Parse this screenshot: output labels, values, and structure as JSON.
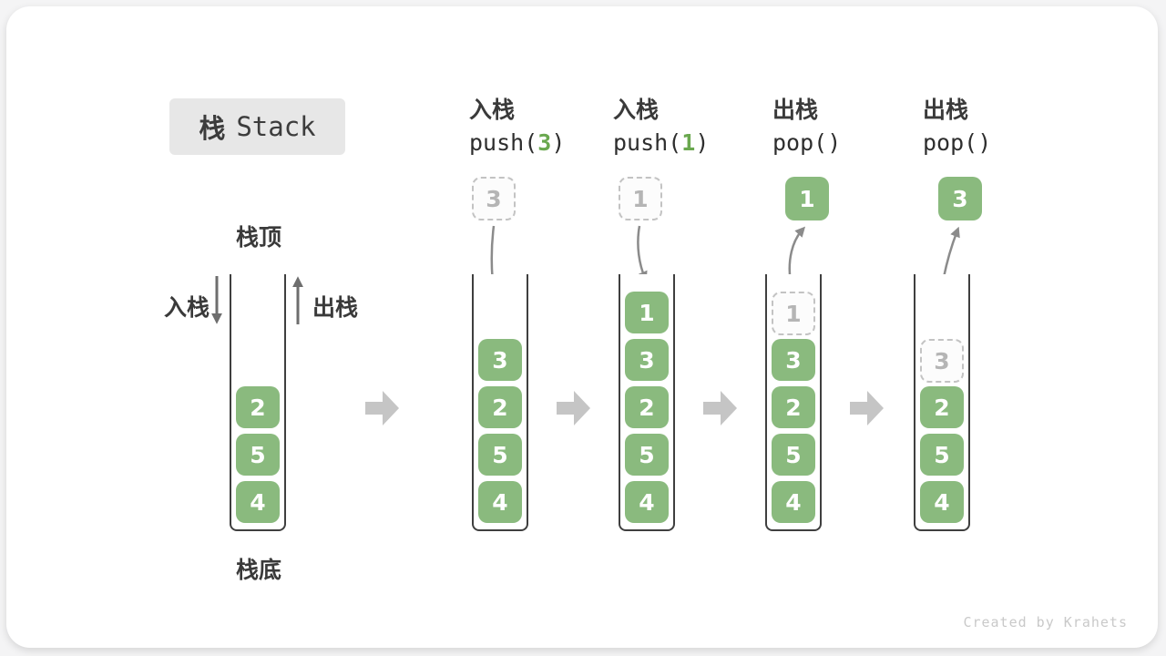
{
  "title": {
    "cn": "栈",
    "en": "Stack"
  },
  "side_labels": {
    "stack_top": "栈顶",
    "stack_bottom": "栈底",
    "push": "入栈",
    "pop": "出栈"
  },
  "colors": {
    "cell_green": "#8aba7e",
    "arg_green": "#6aa84f",
    "block_arrow_gray": "#c5c5c5",
    "dashed_gray": "#c3c3c3",
    "curve_arrow_gray": "#8b8b8b",
    "text_dark": "#3a3a3a"
  },
  "stages": [
    {
      "name": "initial",
      "cells": [
        {
          "value": "2"
        },
        {
          "value": "5"
        },
        {
          "value": "4"
        }
      ]
    },
    {
      "name": "push-3",
      "op": "入栈",
      "code_pre": "push(",
      "arg": "3",
      "code_post": ")",
      "floating": {
        "value": "3",
        "style": "dashed"
      },
      "cells": [
        {
          "value": "3"
        },
        {
          "value": "2"
        },
        {
          "value": "5"
        },
        {
          "value": "4"
        }
      ]
    },
    {
      "name": "push-1",
      "op": "入栈",
      "code_pre": "push(",
      "arg": "1",
      "code_post": ")",
      "floating": {
        "value": "1",
        "style": "dashed"
      },
      "cells": [
        {
          "value": "1"
        },
        {
          "value": "3"
        },
        {
          "value": "2"
        },
        {
          "value": "5"
        },
        {
          "value": "4"
        }
      ]
    },
    {
      "name": "pop-1",
      "op": "出栈",
      "code_pre": "pop(",
      "arg": "",
      "code_post": ")",
      "floating": {
        "value": "1",
        "style": "solid"
      },
      "cells": [
        {
          "value": "1",
          "dashed": true
        },
        {
          "value": "3"
        },
        {
          "value": "2"
        },
        {
          "value": "5"
        },
        {
          "value": "4"
        }
      ]
    },
    {
      "name": "pop-3",
      "op": "出栈",
      "code_pre": "pop(",
      "arg": "",
      "code_post": ")",
      "floating": {
        "value": "3",
        "style": "solid"
      },
      "cells": [
        {
          "value": "3",
          "dashed": true
        },
        {
          "value": "2"
        },
        {
          "value": "5"
        },
        {
          "value": "4"
        }
      ]
    }
  ],
  "watermark": "Created by Krahets"
}
